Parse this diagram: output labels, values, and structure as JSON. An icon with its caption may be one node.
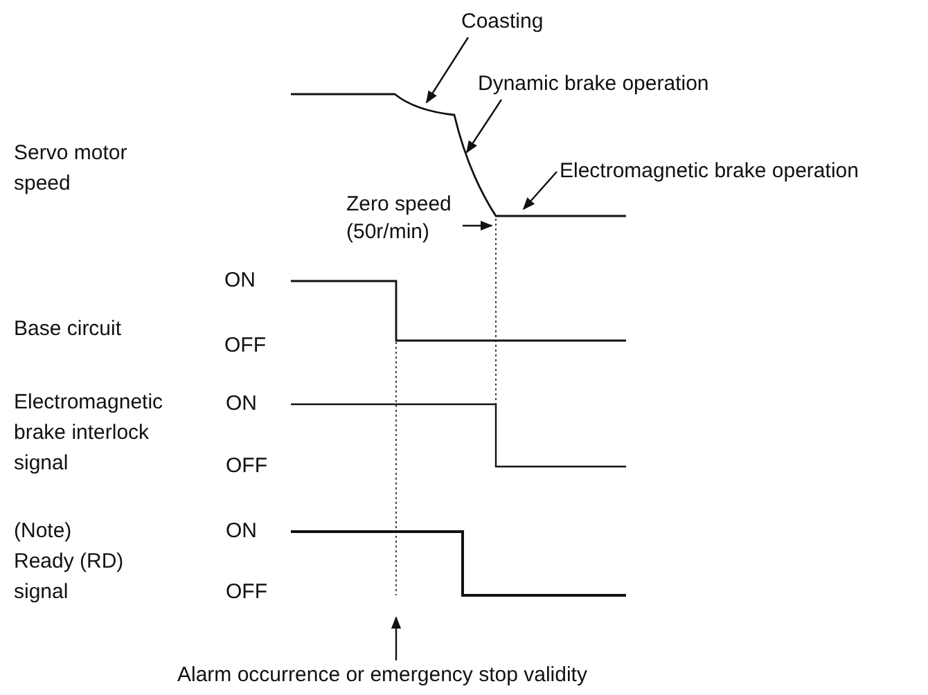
{
  "diagram": {
    "nodes": [
      {
        "text": [
          "Coasting"
        ]
      },
      {
        "text": [
          "Dynamic brake operation"
        ]
      },
      {
        "text": [
          "Electromagnetic brake operation"
        ]
      },
      {
        "text": [
          "Zero speed (50r/min)"
        ]
      },
      {
        "text": [
          "Alarm occurrence or emergency stop validity"
        ]
      },
      {
        "text": [],
        "shape": "curve"
      }
    ],
    "edges": [
      {
        "from": 0,
        "to": 5,
        "arrow": "to"
      },
      {
        "from": 1,
        "to": 5,
        "arrow": "to"
      },
      {
        "from": 2,
        "to": 5,
        "arrow": "to"
      },
      {
        "from": 3,
        "to": 5,
        "arrow": "to"
      },
      {
        "from": 4,
        "to": null,
        "arrow": "to"
      }
    ],
    "labels": [
      "Servo motor speed",
      "ON",
      "Base circuit",
      "OFF",
      "Electromagnetic brake interlock signal",
      "ON",
      "OFF",
      "(Note)",
      "ON",
      "Ready (RD) signal",
      "OFF"
    ]
  }
}
